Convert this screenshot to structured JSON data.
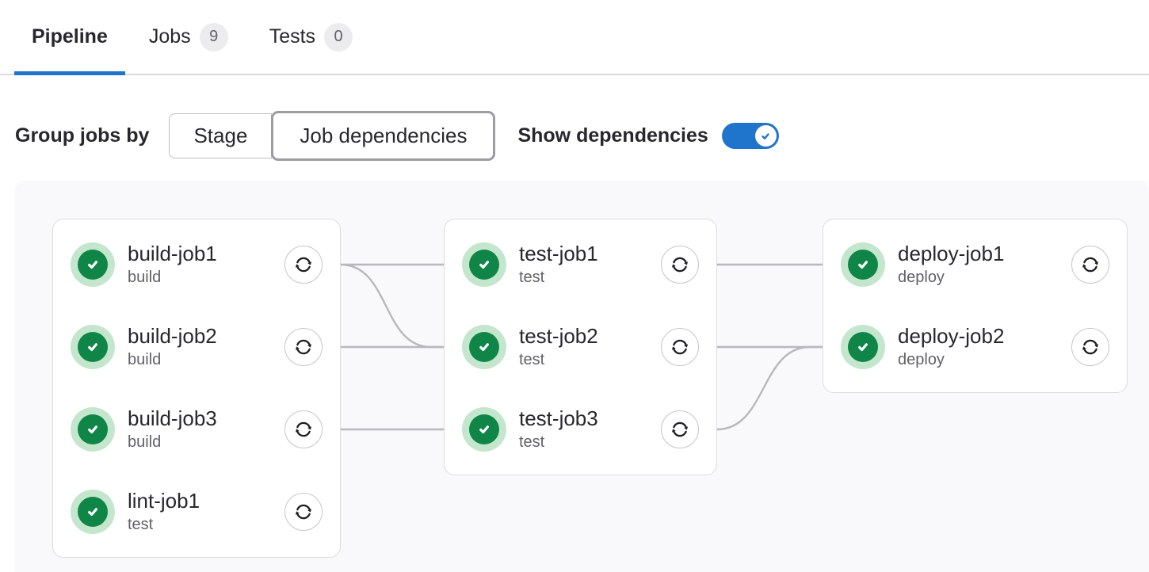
{
  "tabs": [
    {
      "label": "Pipeline",
      "badge": null,
      "active": true
    },
    {
      "label": "Jobs",
      "badge": "9",
      "active": false
    },
    {
      "label": "Tests",
      "badge": "0",
      "active": false
    }
  ],
  "controls": {
    "group_label": "Group jobs by",
    "segments": [
      {
        "label": "Stage",
        "selected": false
      },
      {
        "label": "Job dependencies",
        "selected": true
      }
    ],
    "show_label": "Show dependencies",
    "show_dependencies_on": true
  },
  "graph": {
    "columns": [
      {
        "jobs": [
          {
            "name": "build-job1",
            "stage": "build",
            "status": "success"
          },
          {
            "name": "build-job2",
            "stage": "build",
            "status": "success"
          },
          {
            "name": "build-job3",
            "stage": "build",
            "status": "success"
          },
          {
            "name": "lint-job1",
            "stage": "test",
            "status": "success"
          }
        ]
      },
      {
        "jobs": [
          {
            "name": "test-job1",
            "stage": "test",
            "status": "success"
          },
          {
            "name": "test-job2",
            "stage": "test",
            "status": "success"
          },
          {
            "name": "test-job3",
            "stage": "test",
            "status": "success"
          }
        ]
      },
      {
        "jobs": [
          {
            "name": "deploy-job1",
            "stage": "deploy",
            "status": "success"
          },
          {
            "name": "deploy-job2",
            "stage": "deploy",
            "status": "success"
          }
        ]
      }
    ],
    "links": [
      [
        "build-job1",
        "test-job1"
      ],
      [
        "build-job1",
        "test-job2"
      ],
      [
        "build-job2",
        "test-job2"
      ],
      [
        "build-job3",
        "test-job3"
      ],
      [
        "test-job1",
        "deploy-job1"
      ],
      [
        "test-job2",
        "deploy-job2"
      ],
      [
        "test-job3",
        "deploy-job2"
      ]
    ]
  },
  "icons": {
    "tab_badge": "count-badge",
    "job_status": "check-circle-icon",
    "job_action": "retry-icon",
    "toggle_knob": "check-icon"
  },
  "colors": {
    "accent_blue": "#1f75cb",
    "success_green": "#108548",
    "success_halo": "#c3e6cd",
    "link_gray": "#b8b8bd",
    "card_border": "#dcdcde",
    "graph_background": "#f9f9fb",
    "text_primary": "#28272d",
    "text_secondary": "#626168",
    "badge_background": "#ececef",
    "segment_border": "#bfbfc3",
    "segment_selected_border": "#9d9ca2",
    "tab_bottom_border": "#dcdcde"
  }
}
